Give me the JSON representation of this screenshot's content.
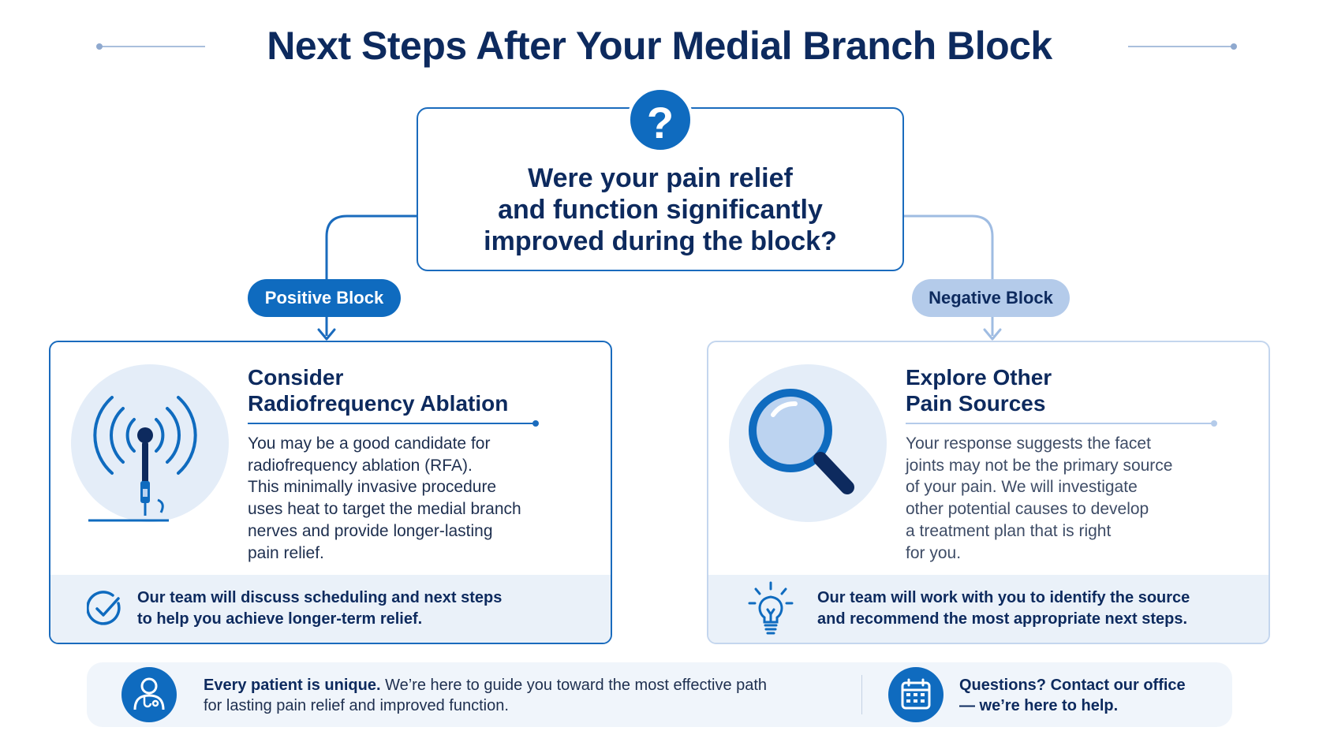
{
  "title": "Next Steps After Your Medial Branch Block",
  "question": {
    "icon": "question-mark-icon",
    "symbol": "?",
    "lines": [
      "Were your pain relief",
      "and function significantly",
      "improved during the block?"
    ]
  },
  "branches": {
    "positive_label": "Positive Block",
    "negative_label": "Negative Block"
  },
  "cards": {
    "positive": {
      "icon": "radiofrequency-probe-icon",
      "title_lines": [
        "Consider",
        "Radiofrequency Ablation"
      ],
      "body_lines": [
        "You may be a good candidate for",
        "radiofrequency ablation (RFA).",
        "This minimally invasive procedure",
        "uses heat to target the medial branch",
        "nerves and provide longer-lasting",
        "pain relief."
      ],
      "footer_icon": "checkmark-circle-icon",
      "footer_lines": [
        "Our team will discuss scheduling and next steps",
        "to help you achieve longer-term relief."
      ]
    },
    "negative": {
      "icon": "magnifying-glass-icon",
      "title_lines": [
        "Explore Other",
        "Pain Sources"
      ],
      "body_lines": [
        "Your response suggests the facet",
        "joints may not be the primary source",
        "of your pain. We will investigate",
        "other potential causes to develop",
        "a treatment plan that is right",
        "for you."
      ],
      "footer_icon": "lightbulb-icon",
      "footer_lines": [
        "Our team will work with you to identify the source",
        "and recommend the most appropriate next steps."
      ]
    }
  },
  "bottom": {
    "left_icon": "doctor-icon",
    "left_bold": "Every patient is unique.",
    "left_rest_line1": " We’re here to guide you toward the most effective path",
    "left_line2": "for lasting pain relief and improved function.",
    "right_icon": "calendar-icon",
    "right_line1": "Questions? Contact our office",
    "right_line2": "— we’re here to help."
  },
  "colors": {
    "navy": "#0d2a5e",
    "primary_blue": "#0f6bbf",
    "light_blue": "#b4cbea",
    "panel_bg": "#eaf1f9"
  }
}
